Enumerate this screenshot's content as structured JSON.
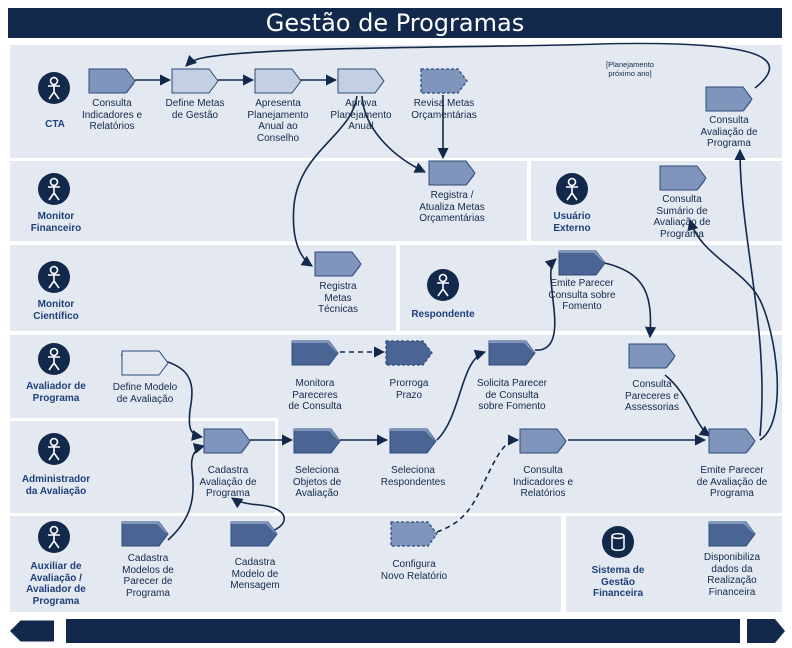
{
  "title": "Gestão de Programas",
  "roles": {
    "cta": "CTA",
    "monitor_financeiro": "Monitor\nFinanceiro",
    "monitor_cientifico": "Monitor\nCientífico",
    "respondente": "Respondente",
    "usuario_externo": "Usuário\nExterno",
    "avaliador_programa": "Avaliador de\nPrograma",
    "administrador_avaliacao": "Administrador\nda Avaliação",
    "auxiliar_avaliacao": "Auxiliar de\nAvaliação /\nAvaliador de\nPrograma",
    "sistema_gestao_financeira": "Sistema de\nGestão\nFinanceira"
  },
  "steps": {
    "consulta_indicadores_cta": "Consulta\nIndicadores e\nRelatórios",
    "define_metas": "Define Metas\nde Gestão",
    "apresenta_planejamento": "Apresenta\nPlanejamento\nAnual ao\nConselho",
    "aprova_planejamento": "Aprova\nPlanejamento\nAnual",
    "revisa_metas": "Revisa Metas\nOrçamentárias",
    "consulta_avaliacao_programa": "Consulta\nAvaliação de\nPrograma",
    "registra_metas_orcamentarias": "Registra /\nAtualiza Metas\nOrçamentárias",
    "consulta_sumario": "Consulta\nSumário de\nAvaliação de\nPrograma",
    "registra_metas_tecnicas": "Registra\nMetas\nTécnicas",
    "emite_parecer_consulta": "Emite Parecer\nConsulta sobre\nFomento",
    "define_modelo": "Define Modelo\nde Avaliação",
    "monitora_pareceres": "Monitora\nPareceres\nde Consulta",
    "prorroga_prazo": "Prorroga\nPrazo",
    "solicita_parecer": "Solicita Parecer\nde Consulta\nsobre Fomento",
    "consulta_pareceres": "Consulta\nPareceres e\nAssessorias",
    "cadastra_avaliacao": "Cadastra\nAvaliação de\nPrograma",
    "seleciona_objetos": "Seleciona\nObjetos de\nAvaliação",
    "seleciona_respondentes": "Seleciona\nRespondentes",
    "consulta_indicadores_adm": "Consulta\nIndicadores e\nRelatórios",
    "emite_parecer_avaliacao": "Emite Parecer\nde Avaliação de\nPrograma",
    "cadastra_modelos_parecer": "Cadastra\nModelos de\nParecer de\nPrograma",
    "cadastra_modelo_mensagem": "Cadastra\nModelo de\nMensagem",
    "configura_relatorio": "Configura\nNovo Relatório",
    "disponibiliza_dados": "Disponibiliza\ndados da\nRealização\nFinanceira"
  },
  "annotations": {
    "planejamento_proximo_ano": "[Planejamento\npróximo ano]"
  },
  "colors": {
    "navy": "#13294b",
    "lane": "#e4e9f1",
    "shape_dark": "#4a6594",
    "shape_mid": "#7f95bb",
    "shape_light": "#c3cfe2"
  },
  "icons": {
    "person": "person-icon",
    "database": "database-icon",
    "nav_prev": "arrow-left-icon",
    "nav_next": "arrow-right-icon"
  }
}
